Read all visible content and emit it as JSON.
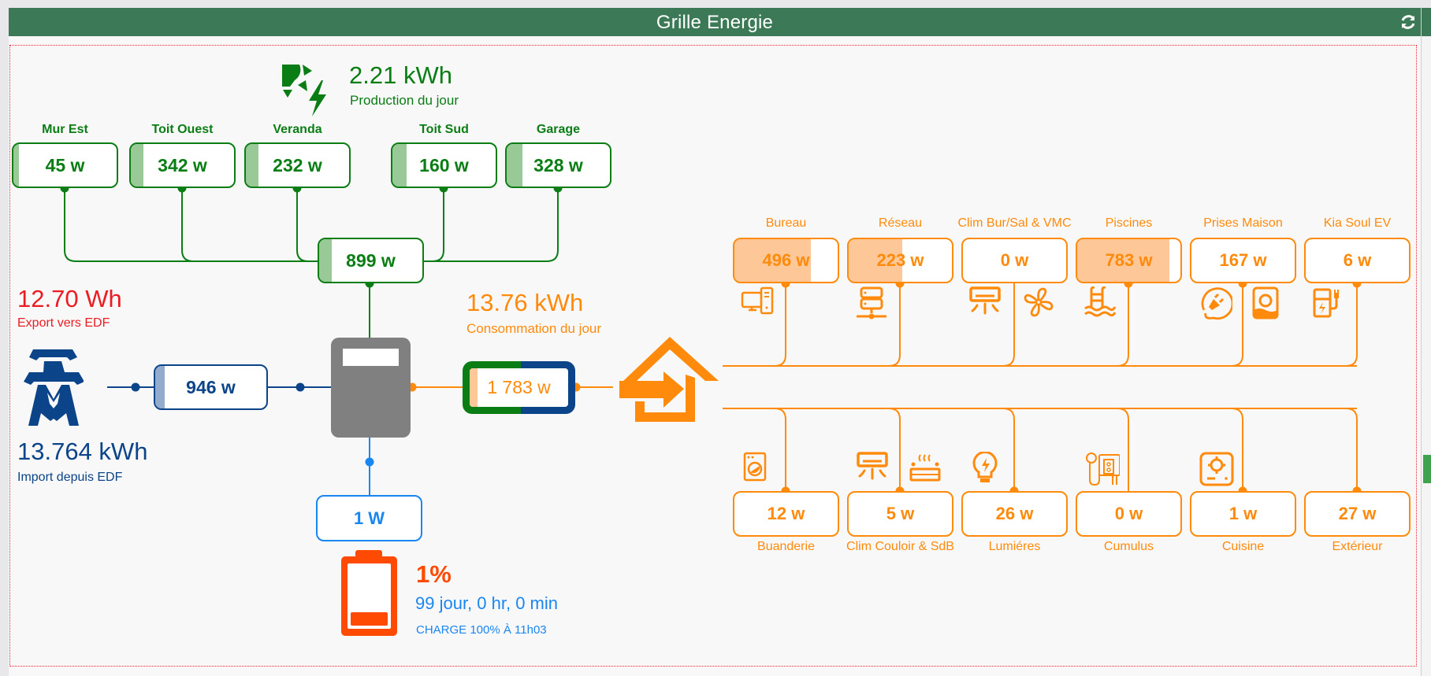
{
  "header": {
    "title": "Grille Energie",
    "refresh_icon": "refresh-icon"
  },
  "production": {
    "value": "2.21 kWh",
    "label": "Production du jour",
    "icon": "solar-power-icon"
  },
  "producers": [
    {
      "name": "Mur Est",
      "value": "45 w",
      "fill": 0.05
    },
    {
      "name": "Toit Ouest",
      "value": "342 w",
      "fill": 0.12
    },
    {
      "name": "Veranda",
      "value": "232 w",
      "fill": 0.12
    },
    {
      "name": "Toit Sud",
      "value": "160 w",
      "fill": 0.13
    },
    {
      "name": "Garage",
      "value": "328 w",
      "fill": 0.15
    }
  ],
  "solar_total": {
    "value": "899 w",
    "fill": 0.12
  },
  "grid": {
    "export_value": "12.70 Wh",
    "export_label": "Export vers EDF",
    "import_value": "13.764 kWh",
    "import_label": "Import depuis EDF",
    "power": "946 w",
    "fill": 0.08,
    "icon": "power-pylon-icon"
  },
  "meter": {
    "icon": "electric-meter-icon"
  },
  "consumption": {
    "value": "13.76 kWh",
    "label": "Consommation du jour",
    "power": "1 783 w",
    "fill": 0.08,
    "icon": "home-import-icon"
  },
  "battery": {
    "power": "1 W",
    "percent": "1%",
    "time": "99 jour, 0 hr, 0 min",
    "charge_info": "CHARGE 100% À 11h03",
    "level": 0.01,
    "icon": "battery-low-icon"
  },
  "consumers_top": [
    {
      "name": "Bureau",
      "value": "496 w",
      "fill": 0.72,
      "icons": [
        "desktop-computer-icon"
      ],
      "dot": true
    },
    {
      "name": "Réseau",
      "value": "223 w",
      "fill": 0.5,
      "icons": [
        "server-network-icon"
      ],
      "dot": true
    },
    {
      "name": "Clim Bur/Sal & VMC",
      "value": "0 w",
      "fill": 0,
      "icons": [
        "air-conditioner-icon",
        "fan-icon"
      ],
      "dot": false
    },
    {
      "name": "Piscines",
      "value": "783 w",
      "fill": 0.87,
      "icons": [
        "pool-icon"
      ],
      "dot": true
    },
    {
      "name": "Prises Maison",
      "value": "167 w",
      "fill": 0,
      "icons": [
        "power-plug-icon",
        "water-heater-icon"
      ],
      "dot": true
    },
    {
      "name": "Kia Soul EV",
      "value": "6 w",
      "fill": 0,
      "icons": [
        "ev-station-icon"
      ],
      "dot": true
    }
  ],
  "consumers_bottom": [
    {
      "name": "Buanderie",
      "value": "12 w",
      "fill": 0,
      "icons": [
        "washing-machine-icon"
      ],
      "dot": true
    },
    {
      "name": "Clim Couloir & SdB",
      "value": "5 w",
      "fill": 0,
      "icons": [
        "air-conditioner-icon",
        "radiator-icon"
      ],
      "dot": true
    },
    {
      "name": "Lumiéres",
      "value": "26 w",
      "fill": 0,
      "icons": [
        "lightbulb-icon"
      ],
      "dot": true
    },
    {
      "name": "Cumulus",
      "value": "0 w",
      "fill": 0,
      "icons": [
        "shower-heater-icon"
      ],
      "dot": false
    },
    {
      "name": "Cuisine",
      "value": "1 w",
      "fill": 0,
      "icons": [
        "stove-icon"
      ],
      "dot": true
    },
    {
      "name": "Extérieur",
      "value": "27 w",
      "fill": 0,
      "icons": [],
      "dot": true
    }
  ],
  "colors": {
    "header": "#3c7a57",
    "solar": "#0a7d14",
    "grid": "#0b4488",
    "export": "#ea1d22",
    "consumption": "#ff8a0b",
    "battery_line": "#1a86f0",
    "battery_icon": "#ff4a03",
    "meter": "#808080"
  }
}
